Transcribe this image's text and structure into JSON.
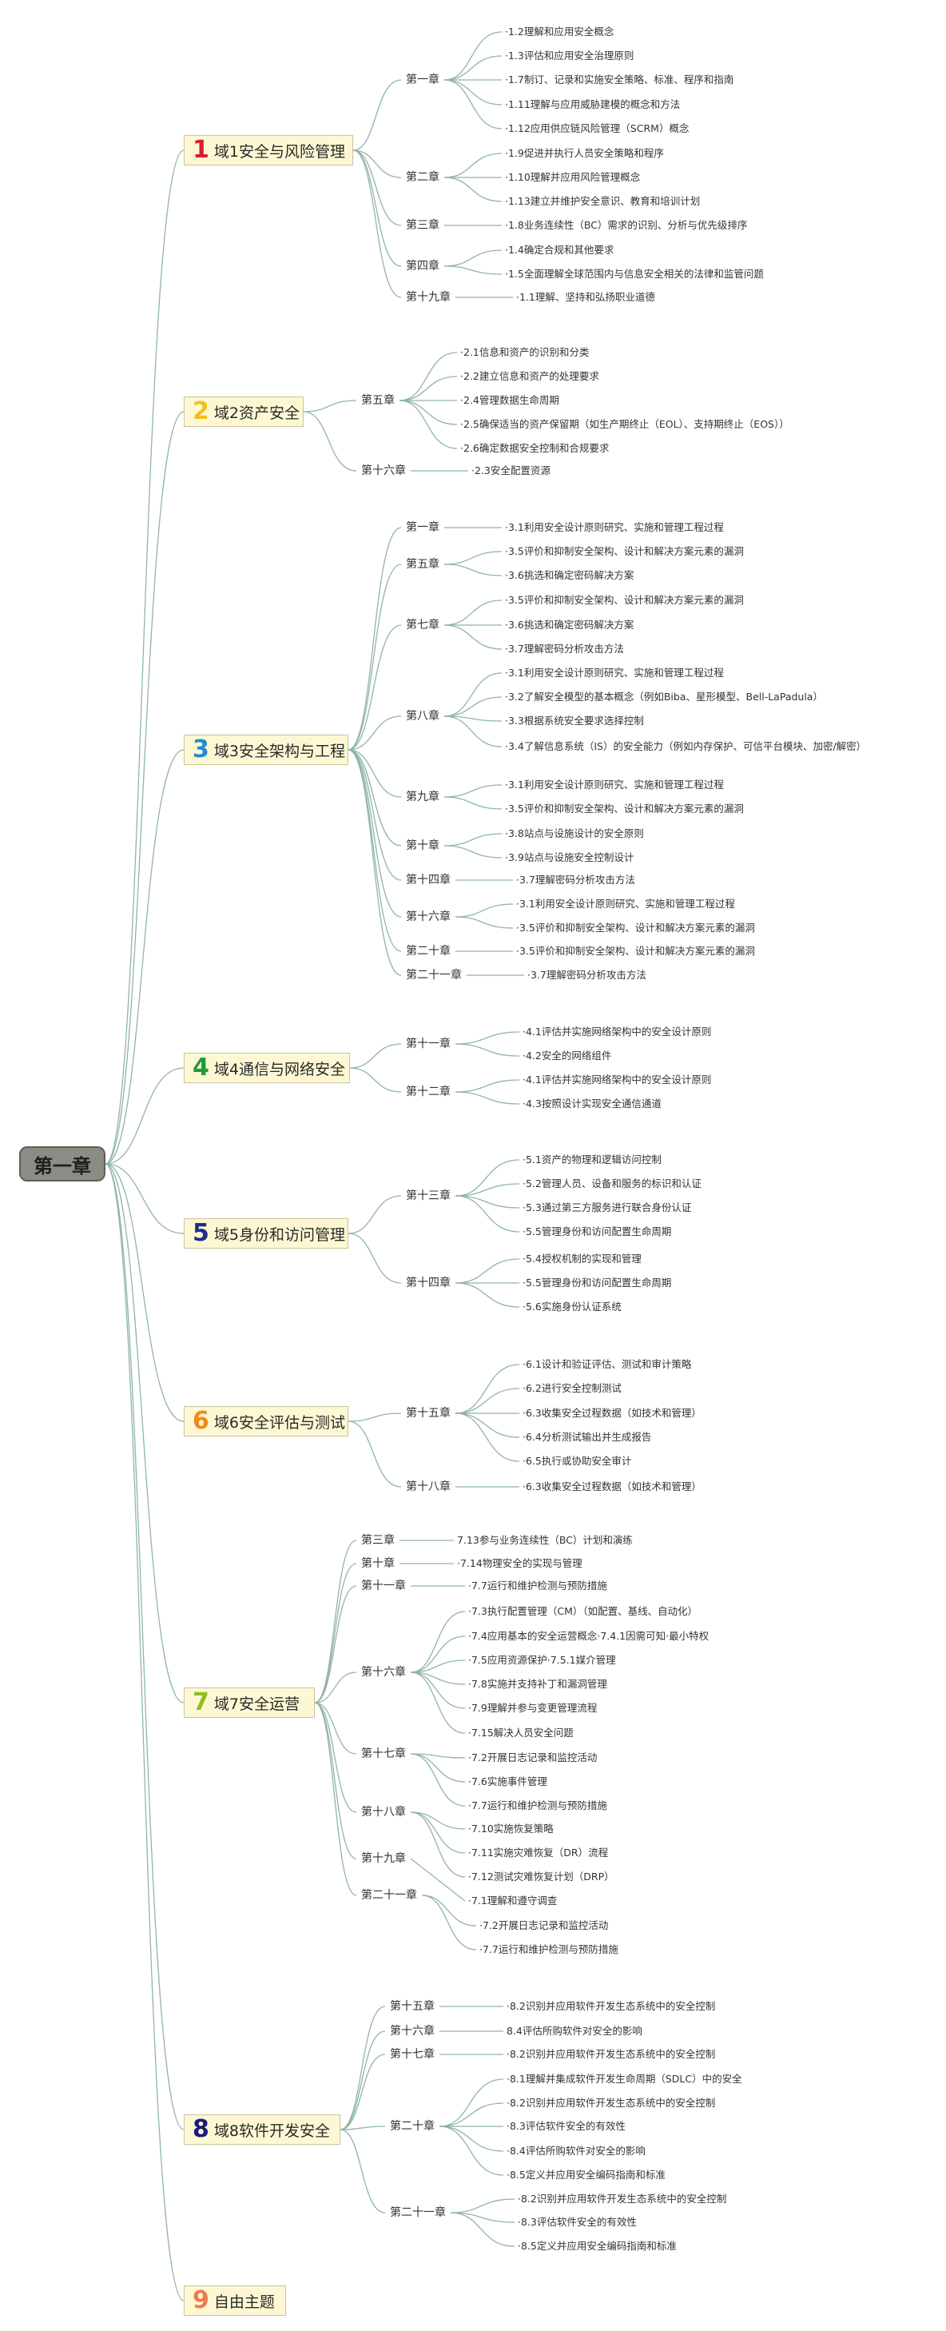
{
  "root": {
    "label": "第一章"
  },
  "domains": [
    {
      "num": "1",
      "label": "域1安全与风险管理",
      "color": "#d6202a",
      "chapters": [
        {
          "label": "第一章",
          "items": [
            "·1.2理解和应用安全概念",
            "·1.3评估和应用安全治理原则",
            "·1.7制订、记录和实施安全策略、标准、程序和指南",
            "·1.11理解与应用威胁建模的概念和方法",
            "·1.12应用供应链风险管理（SCRM）概念"
          ]
        },
        {
          "label": "第二章",
          "items": [
            "·1.9促进并执行人员安全策略和程序",
            "·1.10理解并应用风险管理概念",
            "·1.13建立并维护安全意识、教育和培训计划"
          ]
        },
        {
          "label": "第三章",
          "items": [
            "·1.8业务连续性（BC）需求的识别、分析与优先级排序"
          ]
        },
        {
          "label": "第四章",
          "items": [
            "·1.4确定合规和其他要求",
            "·1.5全面理解全球范围内与信息安全相关的法律和监管问题"
          ]
        },
        {
          "label": "第十九章",
          "items": [
            "·1.1理解、坚持和弘扬职业道德"
          ]
        }
      ]
    },
    {
      "num": "2",
      "label": "域2资产安全",
      "color": "#f2c21a",
      "chapters": [
        {
          "label": "第五章",
          "items": [
            "·2.1信息和资产的识别和分类",
            "·2.2建立信息和资产的处理要求",
            "·2.4管理数据生命周期",
            "·2.5确保适当的资产保留期（如生产期终止（EOL）、支持期终止（EOS））",
            "·2.6确定数据安全控制和合规要求"
          ]
        },
        {
          "label": "第十六章",
          "items": [
            "·2.3安全配置资源"
          ]
        }
      ]
    },
    {
      "num": "3",
      "label": "域3安全架构与工程",
      "color": "#1f8fd1",
      "chapters": [
        {
          "label": "第一章",
          "items": [
            "·3.1利用安全设计原则研究、实施和管理工程过程"
          ]
        },
        {
          "label": "第五章",
          "items": [
            "·3.5评价和抑制安全架构、设计和解决方案元素的漏洞",
            "·3.6挑选和确定密码解决方案"
          ]
        },
        {
          "label": "第七章",
          "items": [
            "·3.5评价和抑制安全架构、设计和解决方案元素的漏洞",
            "·3.6挑选和确定密码解决方案",
            "·3.7理解密码分析攻击方法"
          ]
        },
        {
          "label": "第八章",
          "items": [
            "·3.1利用安全设计原则研究、实施和管理工程过程",
            "·3.2了解安全模型的基本概念（例如Biba、星形模型、Bell-LaPadula）",
            "·3.3根据系统安全要求选择控制",
            "·3.4了解信息系统（IS）的安全能力（例如内存保护、可信平台模块、加密/解密）"
          ]
        },
        {
          "label": "第九章",
          "items": [
            "·3.1利用安全设计原则研究、实施和管理工程过程",
            "·3.5评价和抑制安全架构、设计和解决方案元素的漏洞"
          ]
        },
        {
          "label": "第十章",
          "items": [
            "·3.8站点与设施设计的安全原则",
            "·3.9站点与设施安全控制设计"
          ]
        },
        {
          "label": "第十四章",
          "items": [
            "·3.7理解密码分析攻击方法"
          ]
        },
        {
          "label": "第十六章",
          "items": [
            "·3.1利用安全设计原则研究、实施和管理工程过程",
            "·3.5评价和抑制安全架构、设计和解决方案元素的漏洞"
          ]
        },
        {
          "label": "第二十章",
          "items": [
            "·3.5评价和抑制安全架构、设计和解决方案元素的漏洞"
          ]
        },
        {
          "label": "第二十一章",
          "items": [
            "·3.7理解密码分析攻击方法"
          ]
        }
      ]
    },
    {
      "num": "4",
      "label": "域4通信与网络安全",
      "color": "#1f9a3a",
      "chapters": [
        {
          "label": "第十一章",
          "items": [
            "·4.1评估并实施网络架构中的安全设计原则",
            "·4.2安全的网络组件"
          ]
        },
        {
          "label": "第十二章",
          "items": [
            "·4.1评估并实施网络架构中的安全设计原则",
            "·4.3按照设计实现安全通信通道"
          ]
        }
      ]
    },
    {
      "num": "5",
      "label": "域5身份和访问管理",
      "color": "#1b2f8a",
      "chapters": [
        {
          "label": "第十三章",
          "items": [
            "·5.1资产的物理和逻辑访问控制",
            "·5.2管理人员、设备和服务的标识和认证",
            "·5.3通过第三方服务进行联合身份认证",
            "·5.5管理身份和访问配置生命周期"
          ]
        },
        {
          "label": "第十四章",
          "items": [
            "·5.4授权机制的实现和管理",
            "·5.5管理身份和访问配置生命周期",
            "·5.6实施身份认证系统"
          ]
        }
      ]
    },
    {
      "num": "6",
      "label": "域6安全评估与测试",
      "color": "#f08a16",
      "chapters": [
        {
          "label": "第十五章",
          "items": [
            "·6.1设计和验证评估、测试和审计策略",
            "·6.2进行安全控制测试",
            "·6.3收集安全过程数据（如技术和管理）",
            "·6.4分析测试输出并生成报告",
            "·6.5执行或协助安全审计"
          ]
        },
        {
          "label": "第十八章",
          "items": [
            "·6.3收集安全过程数据（如技术和管理）"
          ]
        }
      ]
    },
    {
      "num": "7",
      "label": "域7安全运营",
      "color": "#8fbf1f",
      "chapters": [
        {
          "label": "第三章",
          "items": [
            "7.13参与业务连续性（BC）计划和演练"
          ]
        },
        {
          "label": "第十章",
          "items": [
            "·7.14物理安全的实现与管理"
          ]
        },
        {
          "label": "第十一章",
          "items": [
            "·7.7运行和维护检测与预防措施"
          ]
        },
        {
          "label": "第十六章",
          "items": [
            "·7.3执行配置管理（CM）（如配置、基线、自动化）",
            "·7.4应用基本的安全运营概念·7.4.1因需可知·最小特权",
            "·7.5应用资源保护·7.5.1媒介管理",
            "·7.8实施并支持补丁和漏洞管理",
            "·7.9理解并参与变更管理流程",
            "·7.15解决人员安全问题"
          ]
        },
        {
          "label": "第十七章",
          "items": [
            "·7.2开展日志记录和监控活动",
            "·7.6实施事件管理",
            "·7.7运行和维护检测与预防措施"
          ]
        },
        {
          "label": "第十八章",
          "items": [
            "·7.10实施恢复策略",
            "·7.11实施灾难恢复（DR）流程",
            "·7.12测试灾难恢复计划（DRP）"
          ]
        },
        {
          "label": "第十九章",
          "items": [
            "·7.1理解和遵守调查"
          ]
        },
        {
          "label": "第二十一章",
          "items": [
            "·7.2开展日志记录和监控活动",
            "·7.7运行和维护检测与预防措施"
          ]
        }
      ]
    },
    {
      "num": "8",
      "label": "域8软件开发安全",
      "color": "#1b1a7c",
      "chapters": [
        {
          "label": "第十五章",
          "items": [
            "·8.2识别并应用软件开发生态系统中的安全控制"
          ]
        },
        {
          "label": "第十六章",
          "items": [
            "8.4评估所购软件对安全的影响"
          ]
        },
        {
          "label": "第十七章",
          "items": [
            "·8.2识别并应用软件开发生态系统中的安全控制"
          ]
        },
        {
          "label": "第二十章",
          "items": [
            "·8.1理解并集成软件开发生命周期（SDLC）中的安全",
            "·8.2识别并应用软件开发生态系统中的安全控制",
            "·8.3评估软件安全的有效性",
            "·8.4评估所购软件对安全的影响",
            "·8.5定义并应用安全编码指南和标准"
          ]
        },
        {
          "label": "第二十一章",
          "items": [
            "·8.2识别并应用软件开发生态系统中的安全控制",
            "·8.3评估软件安全的有效性",
            "·8.5定义并应用安全编码指南和标准"
          ]
        }
      ]
    },
    {
      "num": "9",
      "label": "自由主题",
      "color": "#f07a50",
      "chapters": []
    }
  ]
}
